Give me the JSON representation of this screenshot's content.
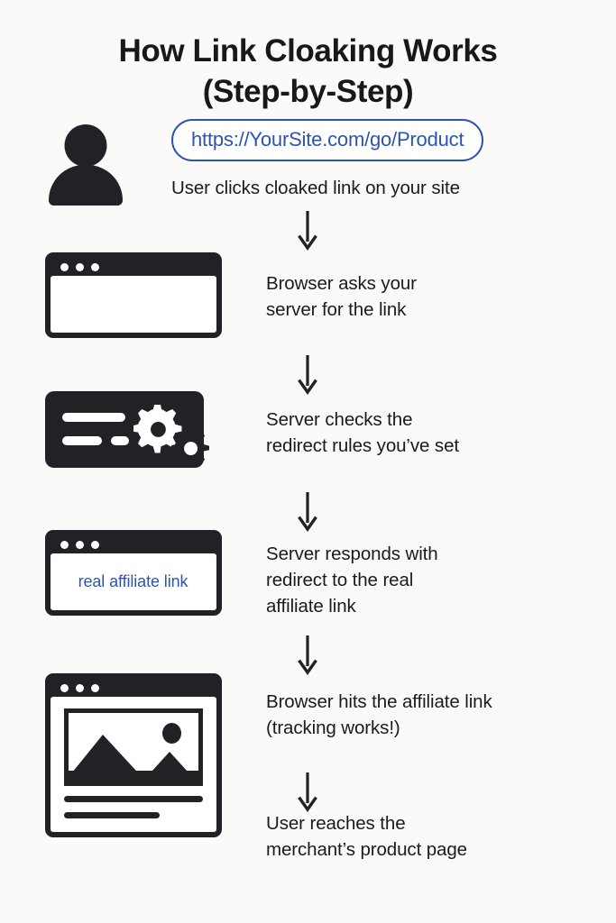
{
  "title": {
    "line1": "How Link Cloaking Works",
    "line2": "(Step-by-Step)"
  },
  "colors": {
    "background": "#FBFAF8",
    "ink": "#212226",
    "text": "#1A1B1D",
    "link_blue": "#2B55B0"
  },
  "steps": [
    {
      "id": "step-user-click",
      "icon": "person-icon",
      "url_pill": "https://YourSite.com/go/Product",
      "caption_lines": [
        "User clicks cloaked link on your site"
      ]
    },
    {
      "id": "step-browser-request",
      "icon": "browser-window-icon",
      "caption_lines": [
        "Browser asks your",
        "server for the link"
      ]
    },
    {
      "id": "step-server-rules",
      "icon": "server-gears-icon",
      "caption_lines": [
        "Server checks the",
        "redirect rules you’ve set"
      ]
    },
    {
      "id": "step-server-redirect",
      "icon": "browser-window-link-icon",
      "window_text": "real affiliate link",
      "caption_lines": [
        "Server responds with",
        "redirect to the real",
        "affiliate link"
      ]
    },
    {
      "id": "step-affiliate-hit",
      "icon": "browser-product-page-icon",
      "caption_lines": [
        "Browser hits the affiliate link",
        "(tracking works!)"
      ]
    },
    {
      "id": "step-merchant-page",
      "caption_lines": [
        "User reaches the",
        "merchant’s product page"
      ]
    }
  ],
  "arrows": {
    "glyph": "down-arrow-icon",
    "count": 5
  }
}
